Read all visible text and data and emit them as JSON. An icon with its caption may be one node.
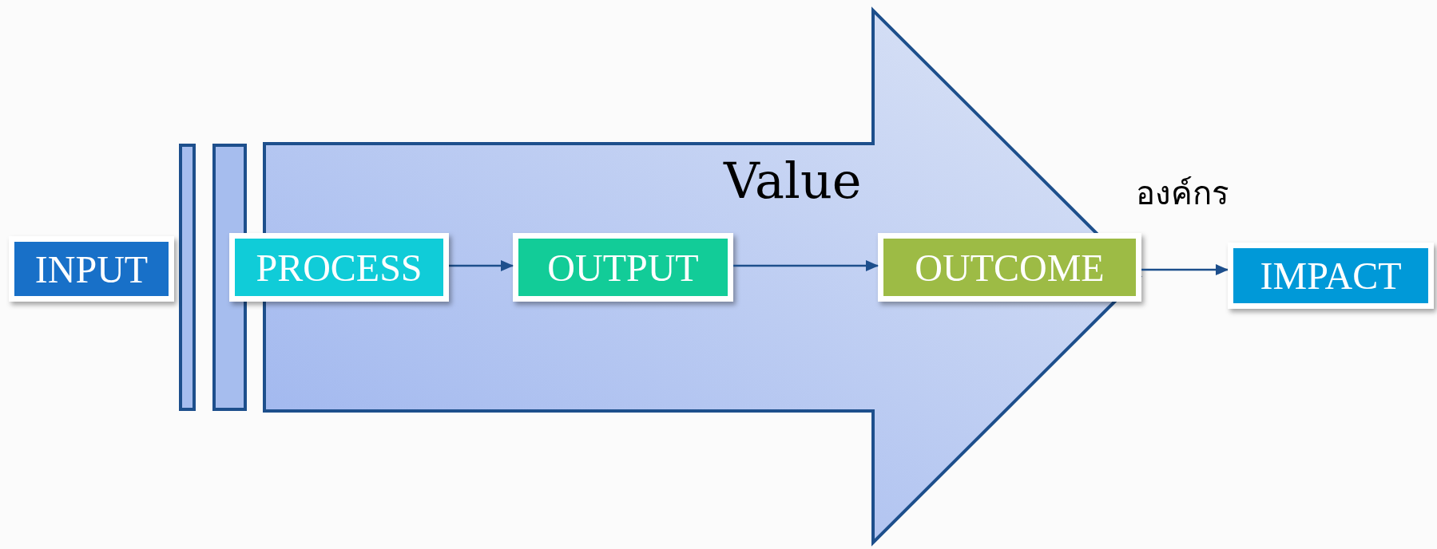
{
  "diagram": {
    "nodes": [
      {
        "text": [
          "INPUT"
        ]
      },
      {
        "text": [],
        "shape": "bar"
      },
      {
        "text": [],
        "shape": "bar"
      },
      {
        "text": [],
        "shape": "arrow"
      },
      {
        "text": [
          "PROCESS"
        ]
      },
      {
        "text": [
          "OUTPUT"
        ],
        "in": 3
      },
      {
        "text": [
          "OUTCOME"
        ],
        "in": 3
      },
      {
        "text": [
          "IMPACT"
        ]
      }
    ],
    "edges": [
      {
        "from": 4,
        "to": 5,
        "arrow": "to"
      },
      {
        "from": 5,
        "to": 6,
        "arrow": "to",
        "label": "Value"
      },
      {
        "from": 6,
        "to": 7,
        "arrow": "to",
        "label": "องค์กร"
      }
    ]
  }
}
